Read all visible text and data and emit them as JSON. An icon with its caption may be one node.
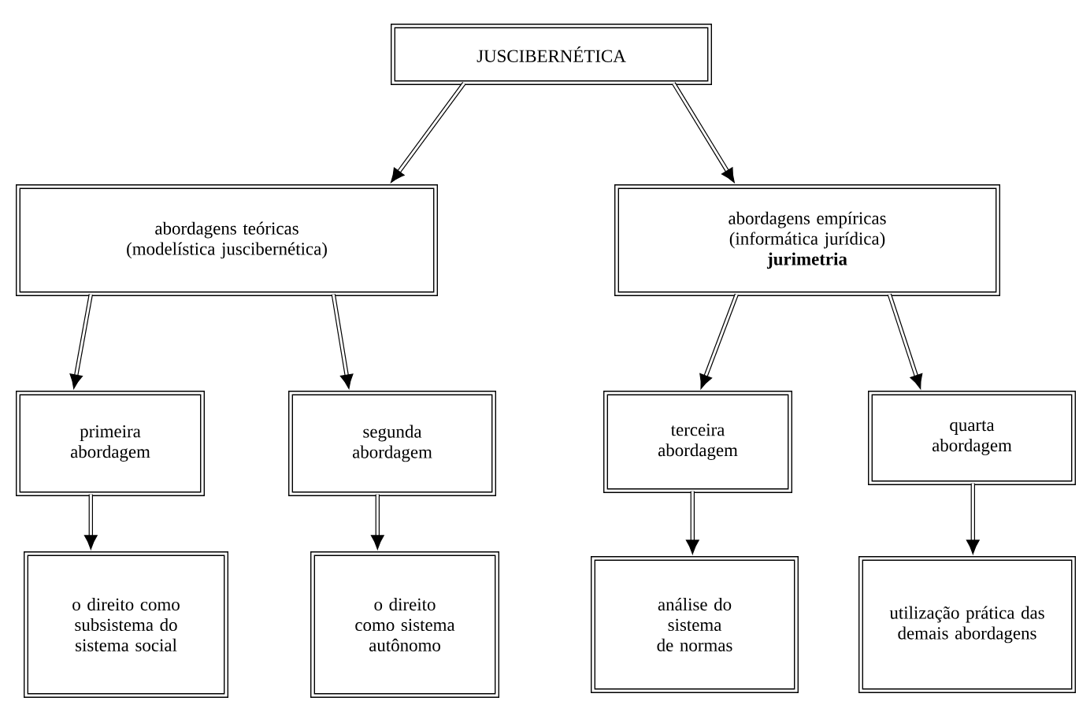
{
  "diagram": {
    "nodes": [
      {
        "text": [
          "JUSCIBERNÉTICA"
        ]
      },
      {
        "text": [
          "abordagens teóricas (modelística juscibernética)"
        ]
      },
      {
        "text": [
          "abordagens empíricas (informática jurídica)",
          "jurimetria"
        ]
      },
      {
        "text": [
          "primeira abordagem"
        ]
      },
      {
        "text": [
          "segunda abordagem"
        ]
      },
      {
        "text": [
          "terceira abordagem"
        ]
      },
      {
        "text": [
          "quarta abordagem"
        ]
      },
      {
        "text": [
          "o direito como subsistema do sistema social"
        ]
      },
      {
        "text": [
          "o direito como sistema autônomo"
        ]
      },
      {
        "text": [
          "análise do sistema de normas"
        ]
      },
      {
        "text": [
          "utilização prática das demais abordagens"
        ]
      }
    ],
    "edges": [
      {
        "from": 0,
        "to": 1,
        "arrow": "to"
      },
      {
        "from": 0,
        "to": 2,
        "arrow": "to"
      },
      {
        "from": 1,
        "to": 3,
        "arrow": "to"
      },
      {
        "from": 1,
        "to": 4,
        "arrow": "to"
      },
      {
        "from": 2,
        "to": 5,
        "arrow": "to"
      },
      {
        "from": 2,
        "to": 6,
        "arrow": "to"
      },
      {
        "from": 3,
        "to": 7,
        "arrow": "to"
      },
      {
        "from": 4,
        "to": 8,
        "arrow": "to"
      },
      {
        "from": 5,
        "to": 9,
        "arrow": "to"
      },
      {
        "from": 6,
        "to": 10,
        "arrow": "to"
      }
    ]
  }
}
